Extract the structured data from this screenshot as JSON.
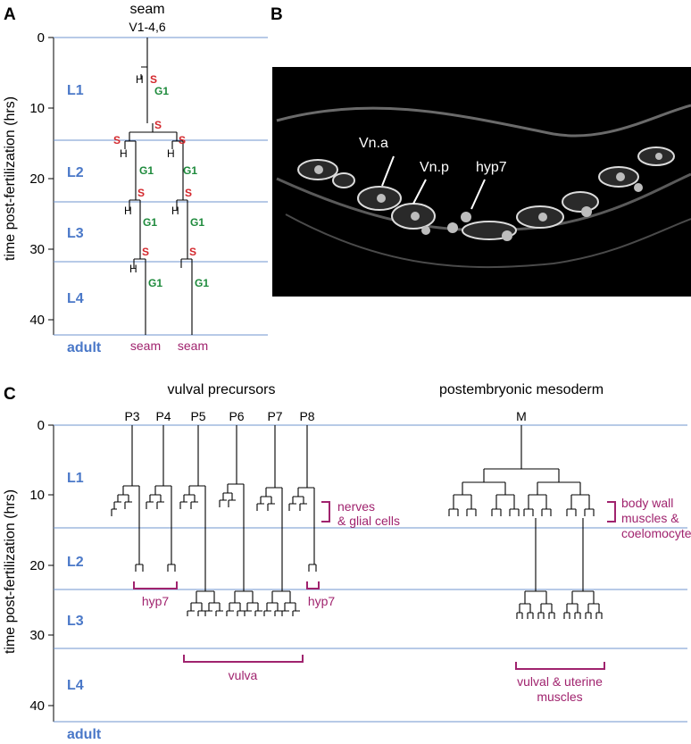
{
  "colors": {
    "stage_label": "#4a78c8",
    "boundary_line": "#6f95cf",
    "division_s": "#d3272c",
    "g1": "#1e8a3c",
    "fate": "#a0236e",
    "micrograph_bg": "#000000"
  },
  "panel_a": {
    "letter": "A",
    "title": "seam",
    "founder": "V1-4,6",
    "y_label": "time post-fertilization (hrs)",
    "y_ticks": [
      "0",
      "10",
      "20",
      "30",
      "40"
    ],
    "stages": [
      "L1",
      "L2",
      "L3",
      "L4",
      "adult"
    ],
    "event_s": "S",
    "event_g1": "G1",
    "event_h": "H",
    "fates": [
      "seam",
      "seam"
    ]
  },
  "panel_b": {
    "letter": "B",
    "labels": [
      "Vn.a",
      "Vn.p",
      "hyp7"
    ]
  },
  "panel_c": {
    "letter": "C",
    "title_vulval": "vulval precursors",
    "title_meso": "postembryonic mesoderm",
    "y_label": "time post-fertilization (hrs)",
    "y_ticks": [
      "0",
      "10",
      "20",
      "30",
      "40"
    ],
    "stages": [
      "L1",
      "L2",
      "L3",
      "L4",
      "adult"
    ],
    "precursors": [
      "P3",
      "P4",
      "P5",
      "P6",
      "P7",
      "P8",
      "M"
    ],
    "fates": {
      "nerves_line1": "nerves",
      "nerves_line2": "& glial cells",
      "hyp7_left": "hyp7",
      "hyp7_right": "hyp7",
      "vulva": "vulva",
      "body_wall_line1": "body wall",
      "body_wall_line2": "muscles &",
      "body_wall_line3": "coelomocytes",
      "vu_muscles_line1": "vulval & uterine",
      "vu_muscles_line2": "muscles"
    }
  }
}
